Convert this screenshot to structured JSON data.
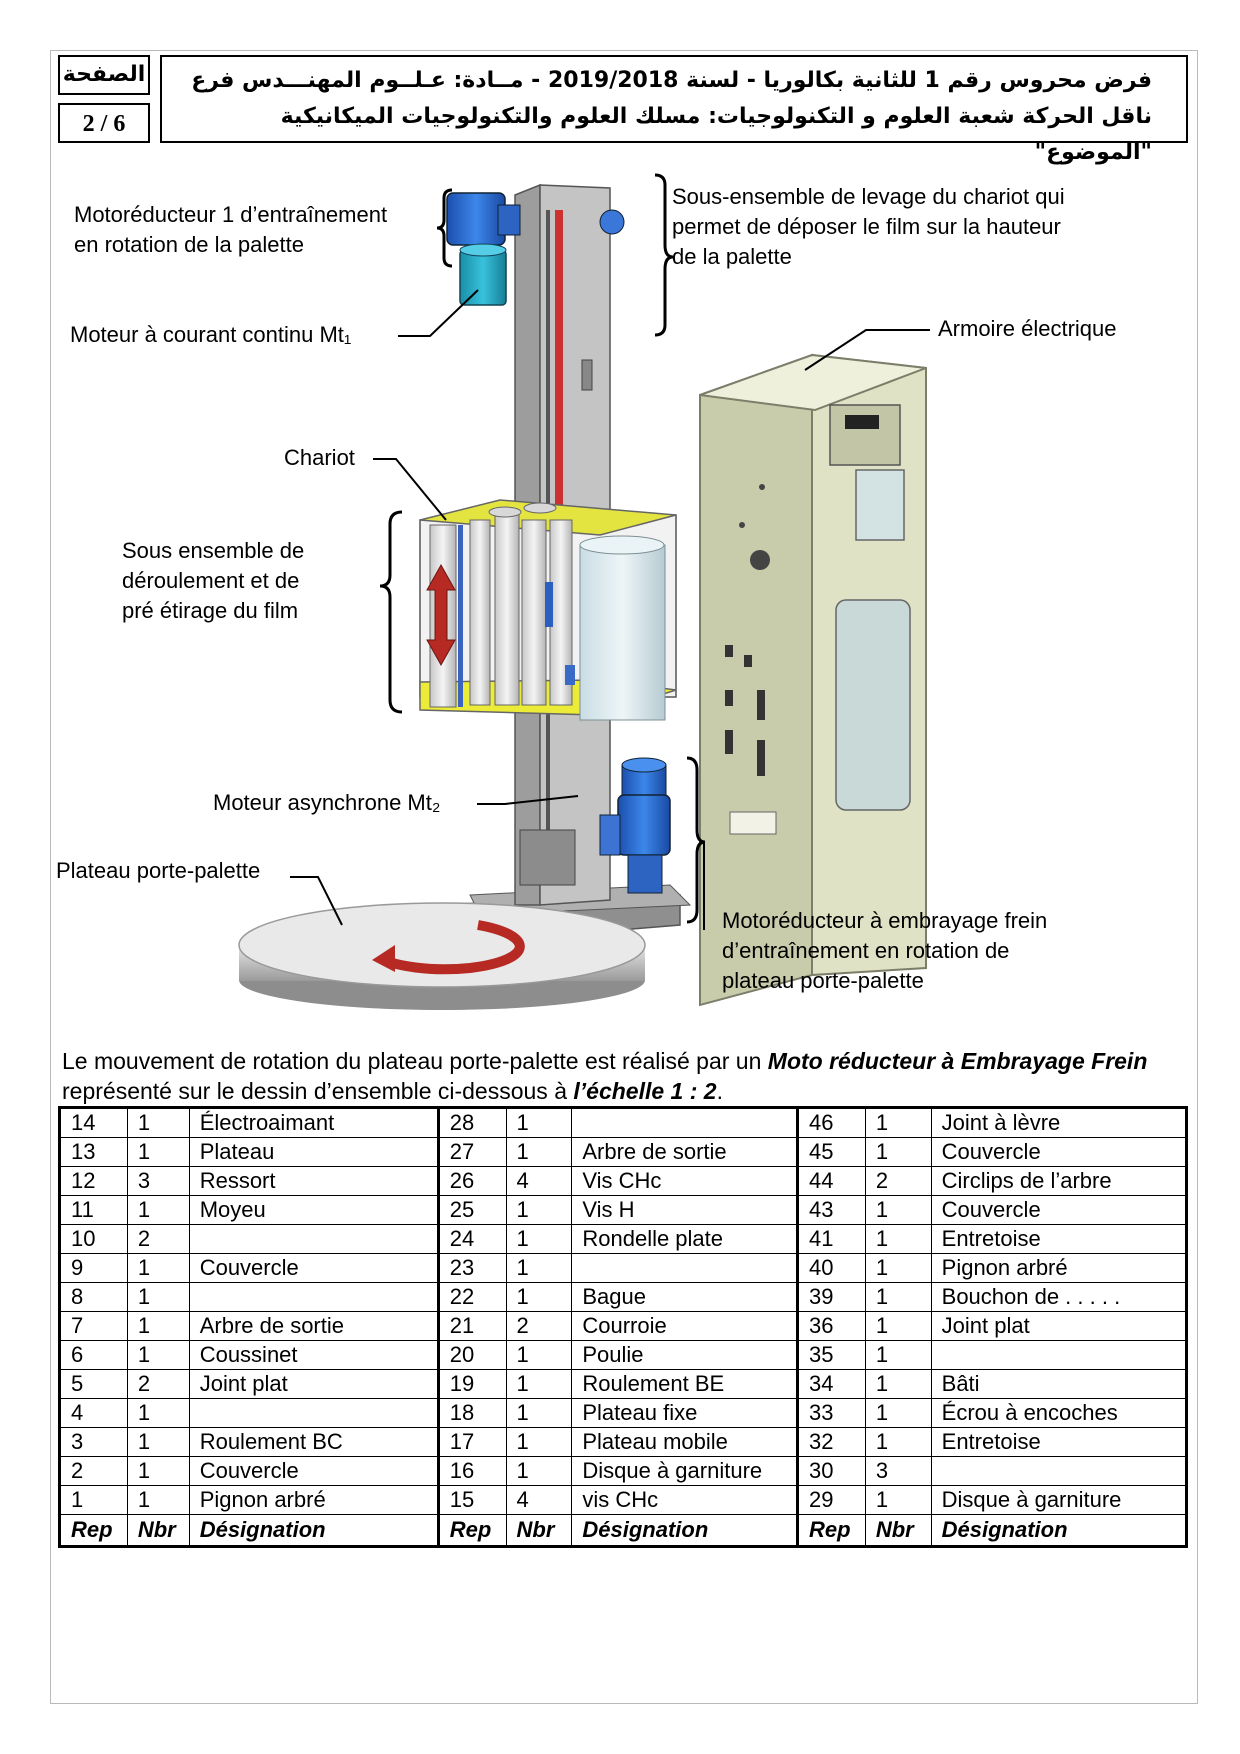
{
  "header": {
    "page_label": "الصفحة",
    "page_number": "2 / 6",
    "title_line1": "فرض محروس رقم 1 للثانية بكالوريا - لسنة 2019/2018 - مــادة: عـلــوم المهنـــدس فرع",
    "title_line2": "ناقل الحركة  شعبة العلوم و التكنولوجيات: مسلك العلوم والتكنولوجيات الميكانيكية \"الموضوع\""
  },
  "figure": {
    "labels": {
      "motoreducteur1": "Motoréducteur 1 d’entraînement\nen rotation de la palette",
      "moteur_cc": "Moteur à courant continu Mt₁",
      "levage": "Sous-ensemble de levage du chariot qui\npermet de déposer le film sur la hauteur\nde la palette",
      "armoire": "Armoire électrique",
      "chariot": "Chariot",
      "deroulement": "Sous ensemble de\ndéroulement et de\npré étirage du film",
      "moteur_async": "Moteur asynchrone Mt₂",
      "plateau": "Plateau porte-palette",
      "motoreducteur_frein": "Motoréducteur à embrayage frein\nd’entraînement en rotation de\nplateau porte-palette"
    }
  },
  "intro": {
    "text1": "Le mouvement de rotation du plateau porte-palette est réalisé par un ",
    "bold1": "Moto réducteur à Embrayage Frein",
    "text2": " représenté sur le dessin d’ensemble ci-dessous à ",
    "bold2": "l’échelle 1 : 2",
    "text3": "."
  },
  "table": {
    "headers": [
      "Rep",
      "Nbr",
      "Désignation",
      "Rep",
      "Nbr",
      "Désignation",
      "Rep",
      "Nbr",
      "Désignation"
    ],
    "rows": [
      [
        "14",
        "1",
        "Électroaimant",
        "28",
        "1",
        "",
        "46",
        "1",
        "Joint à lèvre"
      ],
      [
        "13",
        "1",
        "Plateau",
        "27",
        "1",
        "Arbre de sortie",
        "45",
        "1",
        "Couvercle"
      ],
      [
        "12",
        "3",
        "Ressort",
        "26",
        "4",
        "Vis CHc",
        "44",
        "2",
        "Circlips de l’arbre"
      ],
      [
        "11",
        "1",
        "Moyeu",
        "25",
        "1",
        "Vis H",
        "43",
        "1",
        "Couvercle"
      ],
      [
        "10",
        "2",
        "",
        "24",
        "1",
        "Rondelle plate",
        "41",
        "1",
        "Entretoise"
      ],
      [
        "9",
        "1",
        "Couvercle",
        "23",
        "1",
        "",
        "40",
        "1",
        "Pignon arbré"
      ],
      [
        "8",
        "1",
        "",
        "22",
        "1",
        "Bague",
        "39",
        "1",
        "Bouchon de . . . . ."
      ],
      [
        "7",
        "1",
        "Arbre de sortie",
        "21",
        "2",
        "Courroie",
        "36",
        "1",
        "Joint plat"
      ],
      [
        "6",
        "1",
        "Coussinet",
        "20",
        "1",
        "Poulie",
        "35",
        "1",
        ""
      ],
      [
        "5",
        "2",
        "Joint plat",
        "19",
        "1",
        "Roulement BE",
        "34",
        "1",
        "Bâti"
      ],
      [
        "4",
        "1",
        "",
        "18",
        "1",
        "Plateau fixe",
        "33",
        "1",
        "Écrou à encoches"
      ],
      [
        "3",
        "1",
        "Roulement BC",
        "17",
        "1",
        "Plateau mobile",
        "32",
        "1",
        "Entretoise"
      ],
      [
        "2",
        "1",
        "Couvercle",
        "16",
        "1",
        "Disque à garniture",
        "30",
        "3",
        ""
      ],
      [
        "1",
        "1",
        "Pignon arbré",
        "15",
        "4",
        "vis CHc",
        "29",
        "1",
        "Disque à garniture"
      ]
    ]
  },
  "colors": {
    "cabinet": "#dfe2c4",
    "mast": "#a9a9a9",
    "yellow": "#ecec38",
    "motor_blue": "#2f6fd6",
    "red_arrow": "#b62a23"
  }
}
